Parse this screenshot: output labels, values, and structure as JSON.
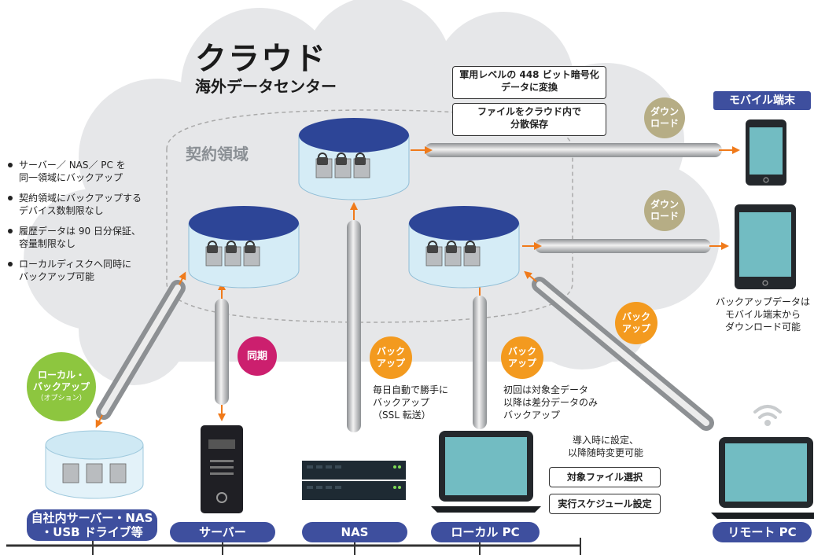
{
  "title": {
    "main": "クラウド",
    "sub": "海外データセンター"
  },
  "contract_area_label": "契約領域",
  "info_boxes": [
    {
      "line1": "軍用レベルの 448 ビット暗号化",
      "line2": "データに変換"
    },
    {
      "line1": "ファイルをクラウド内で",
      "line2": "分散保存"
    }
  ],
  "bullets": [
    {
      "line1": "サーバー／ NAS／ PC を",
      "line2": "同一領域にバックアップ"
    },
    {
      "line1": "契約領域にバックアップする",
      "line2": "デバイス数制限なし"
    },
    {
      "line1": "履歴データは 90 日分保証、",
      "line2": "容量制限なし"
    },
    {
      "line1": "ローカルディスクへ同時に",
      "line2": "バックアップ可能"
    }
  ],
  "mobile": {
    "badge": "モバイル端末",
    "note": {
      "line1": "バックアップデータは",
      "line2": "モバイル端末から",
      "line3": "ダウンロード可能"
    }
  },
  "circles": {
    "download1": {
      "line1": "ダウン",
      "line2": "ロード"
    },
    "download2": {
      "line1": "ダウン",
      "line2": "ロード"
    },
    "sync": {
      "line1": "同期"
    },
    "local_backup": {
      "line1": "ローカル・",
      "line2": "バックアップ",
      "line3": "（オプション）"
    },
    "backup_nas": {
      "line1": "バック",
      "line2": "アップ"
    },
    "backup_pc": {
      "line1": "バック",
      "line2": "アップ"
    },
    "backup_remote": {
      "line1": "バック",
      "line2": "アップ"
    }
  },
  "notes": {
    "nas": {
      "line1": "毎日自動で勝手に",
      "line2": "バックアップ",
      "line3": "（SSL 転送）"
    },
    "pc": {
      "line1": "初回は対象全データ",
      "line2": "以降は差分データのみ",
      "line3": "バックアップ"
    },
    "setup": {
      "line1": "導入時に設定、",
      "line2": "以降随時変更可能"
    }
  },
  "setting_buttons": [
    "対象ファイル選択",
    "実行スケジュール設定"
  ],
  "device_labels": {
    "in_house": {
      "line1": "自社内サーバー・NAS",
      "line2": "・USB ドライブ等"
    },
    "server": "サーバー",
    "nas": "NAS",
    "local_pc": "ローカル PC",
    "remote_pc": "リモート PC"
  },
  "colors": {
    "cloud": "#e6e7e9",
    "accent_blue": "#3e4f9e",
    "orange": "#f39a1f",
    "olive": "#b6ad85",
    "magenta": "#cc1f6e",
    "green": "#8dc63f",
    "db_top": "#2d4597",
    "db_body": "#d5ecf6",
    "device_teal": "#72bcc2"
  }
}
